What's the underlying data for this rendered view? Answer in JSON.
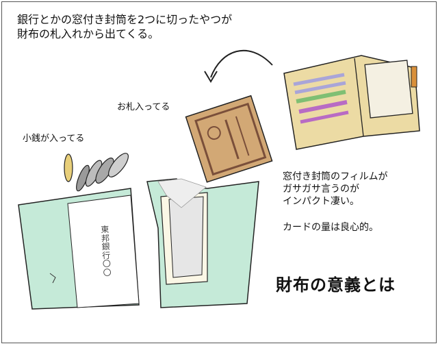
{
  "caption_top": "銀行とかの窓付き封筒を2つに切ったやつが\n財布の札入れから出てくる。",
  "label_coins": "小銭が入ってる",
  "label_bills": "お札入ってる",
  "note_film": "窓付き封筒のフィルムが\nガサガサ言うのが\nインパクト凄い。",
  "note_card": "カードの量は良心的。",
  "title": "財布の意義とは",
  "envelope_stamp": "東邦銀行〇〇",
  "colors": {
    "envelope_mint": "#c5ead8",
    "wallet_tan": "#ecdba4",
    "bill_brown": "#d2a875",
    "ink": "#222222"
  }
}
